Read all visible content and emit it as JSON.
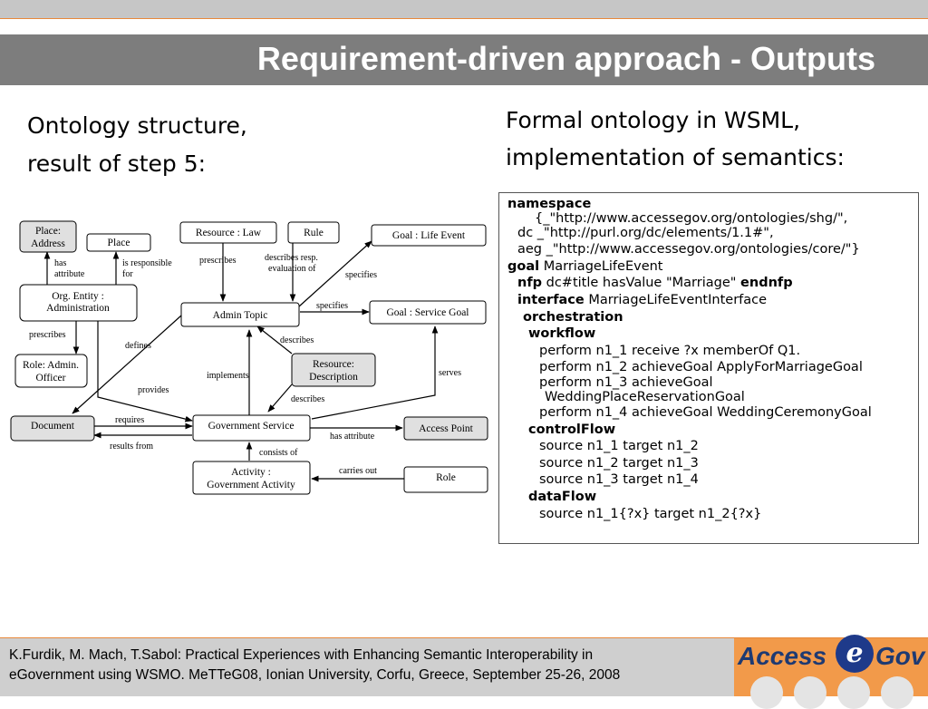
{
  "slide": {
    "title": "Requirement-driven approach - Outputs",
    "left_heading": [
      "Ontology structure,",
      "result of step 5:"
    ],
    "right_heading": [
      "Formal ontology in WSML,",
      "implementation of semantics:"
    ]
  },
  "diagram": {
    "nodes": {
      "place_address": [
        "Place:",
        "Address"
      ],
      "place": "Place",
      "org_entity": [
        "Org. Entity :",
        "Administration"
      ],
      "role_admin": [
        "Role: Admin.",
        "Officer"
      ],
      "document": "Document",
      "resource_law": "Resource : Law",
      "rule": "Rule",
      "goal_life": "Goal : Life Event",
      "admin_topic": "Admin Topic",
      "goal_service": "Goal : Service Goal",
      "resource_desc": [
        "Resource:",
        "Description"
      ],
      "gov_service": "Government Service",
      "access_point": "Access Point",
      "activity": [
        "Activity :",
        "Government Activity"
      ],
      "role": "Role"
    },
    "edge_labels": {
      "has_attribute": [
        "has",
        "attribute"
      ],
      "is_responsible_for": [
        "is responsible",
        "for"
      ],
      "prescribes_org": "prescribes",
      "defines": "defines",
      "provides": "provides",
      "requires": "requires",
      "results_from": "results from",
      "prescribes_law": "prescribes",
      "describes_resp": [
        "describes resp.",
        "evaluation of"
      ],
      "specifies_life": "specifies",
      "specifies_service": "specifies",
      "describes_topic": "describes",
      "implements": "implements",
      "describes_service": "describes",
      "serves": "serves",
      "has_attribute_ap": "has attribute",
      "consists_of": "consists of",
      "carries_out": "carries out"
    }
  },
  "code": {
    "lines": [
      {
        "kw": "namespace",
        "text": ""
      },
      {
        "kw": "",
        "text": "{_\"http://www.accessegov.org/ontologies/shg/\","
      },
      {
        "kw": "",
        "text": "dc _\"http://purl.org/dc/elements/1.1#\","
      },
      {
        "kw": "",
        "text": "aeg _\"http://www.accessegov.org/ontologies/core/\"}"
      },
      {
        "kw": "goal",
        "text": " MarriageLifeEvent"
      },
      {
        "kw": "nfp",
        "text": " dc#title hasValue \"Marriage\" ",
        "kw2": "endnfp"
      },
      {
        "kw": "interface",
        "text": " MarriageLifeEventInterface"
      },
      {
        "kw": "orchestration",
        "text": ""
      },
      {
        "kw": "workflow",
        "text": ""
      },
      {
        "kw": "",
        "text": "perform n1_1 receive ?x memberOf Q1."
      },
      {
        "kw": "",
        "text": "perform n1_2 achieveGoal ApplyForMarriageGoal"
      },
      {
        "kw": "",
        "text": "perform n1_3 achieveGoal"
      },
      {
        "kw": "",
        "text": "WeddingPlaceReservationGoal"
      },
      {
        "kw": "",
        "text": "perform n1_4 achieveGoal WeddingCeremonyGoal"
      },
      {
        "kw": "controlFlow",
        "text": ""
      },
      {
        "kw": "",
        "text": "source n1_1 target n1_2"
      },
      {
        "kw": "",
        "text": "source n1_2 target n1_3"
      },
      {
        "kw": "",
        "text": "source n1_3 target n1_4"
      },
      {
        "kw": "dataFlow",
        "text": ""
      },
      {
        "kw": "",
        "text": "source n1_1{?x} target n1_2{?x}"
      }
    ]
  },
  "footer": {
    "citation": [
      "K.Furdik, M. Mach, T.Sabol: Practical Experiences with Enhancing Semantic Interoperability in",
      "eGovernment using WSMO. MeTTeG08, Ionian University, Corfu, Greece, September 25-26, 2008"
    ],
    "logo": {
      "left": "Access",
      "e": "e",
      "right": "Gov"
    }
  },
  "colors": {
    "header": "#7d7d7d",
    "accent": "#e8893b",
    "logo_blue": "#1e3a72",
    "logo_orange": "#f29a4a",
    "node_gray": "#e0e0e0"
  }
}
